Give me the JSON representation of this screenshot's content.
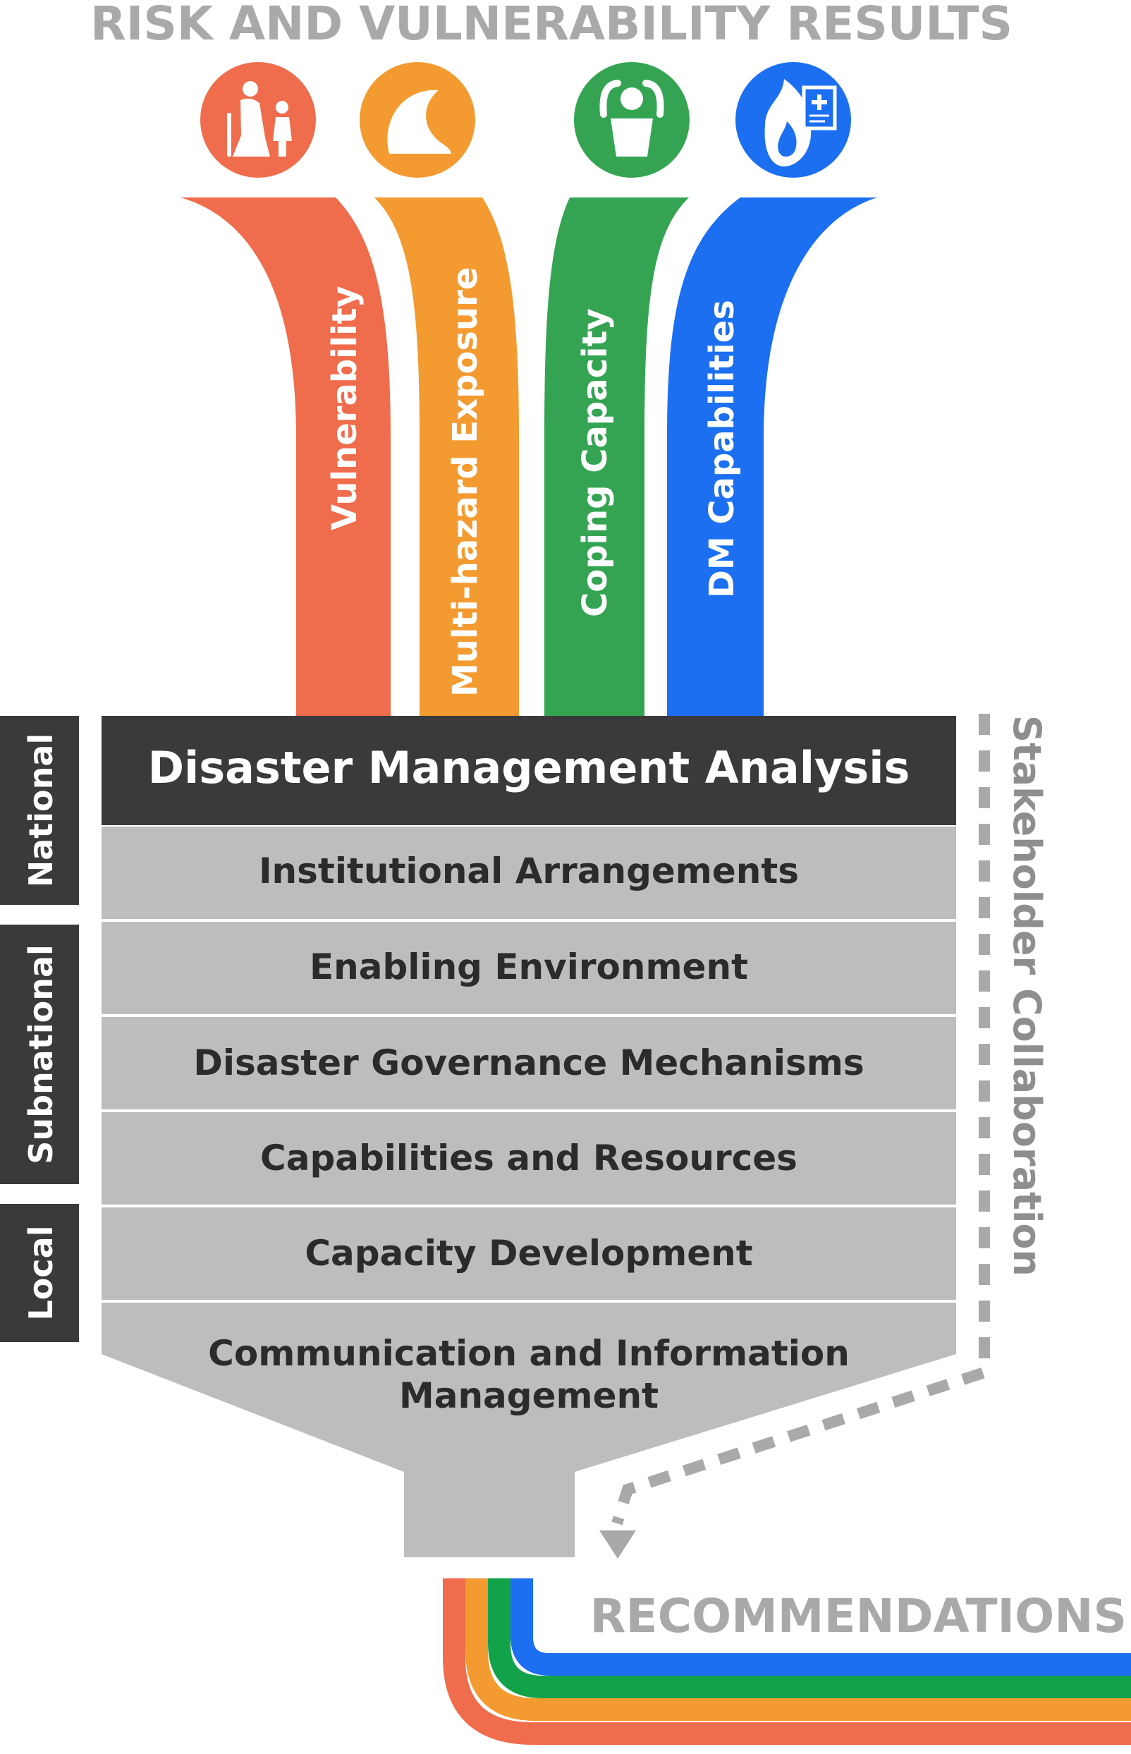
{
  "header": {
    "title": "RISK AND VULNERABILITY RESULTS"
  },
  "streams": [
    {
      "label": "Vulnerability",
      "color": "#EF6C4C",
      "icon": "elderly-and-child-icon"
    },
    {
      "label": "Multi-hazard Exposure",
      "color": "#F39A30",
      "icon": "wave-icon"
    },
    {
      "label": "Coping Capacity",
      "color": "#34A453",
      "icon": "relaxed-person-icon"
    },
    {
      "label": "DM Capabilities",
      "color": "#1B6FF0",
      "icon": "fire-and-first-aid-icon"
    }
  ],
  "levels": [
    "National",
    "Subnational",
    "Local"
  ],
  "funnel": {
    "title": "Disaster Management Analysis",
    "rows": [
      "Institutional Arrangements",
      "Enabling Environment",
      "Disaster Governance Mechanisms",
      "Capabilities and Resources",
      "Capacity Development"
    ],
    "bottom_line1": "Communication and Information",
    "bottom_line2": "Management"
  },
  "side_label": "Stakeholder Collaboration",
  "outcome": "RECOMMENDATIONS",
  "colors": {
    "dark": "#3A3A3C",
    "funnel_gray": "#BDBDBF",
    "label_gray": "#A9A9AB",
    "output_blue": "#1B6FF0",
    "output_green": "#12A24A",
    "output_orange": "#F39A30",
    "output_red": "#EF6C4C"
  }
}
